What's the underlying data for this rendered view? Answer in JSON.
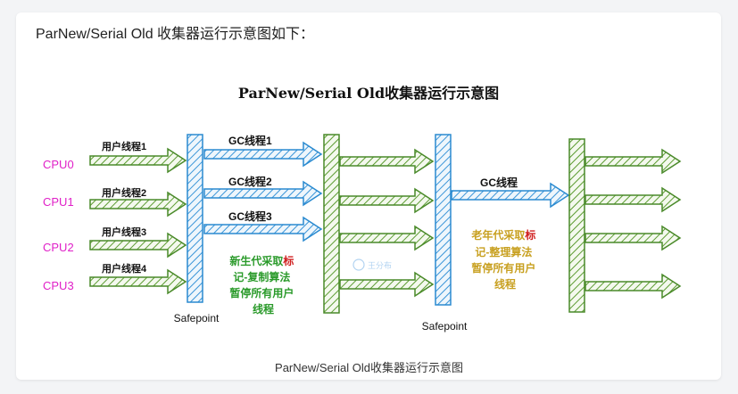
{
  "intro_text": "ParNew/Serial Old 收集器运行示意图如下：",
  "diagram": {
    "title": "ParNew/Serial Old收集器运行示意图",
    "cpus": [
      "CPU0",
      "CPU1",
      "CPU2",
      "CPU3"
    ],
    "user_threads": [
      "用户线程1",
      "用户线程2",
      "用户线程3",
      "用户线程4"
    ],
    "gc_threads": [
      "GC线程1",
      "GC线程2",
      "GC线程3"
    ],
    "old_gc_thread": "GC线程",
    "young_note": [
      "新生代采取",
      "标",
      "记-复制算法",
      "暂停所有用户",
      "线程"
    ],
    "old_note": [
      "老年代采取",
      "标",
      "记-整理算法",
      "暂停所有用户",
      "线程"
    ],
    "safepoint_label": "Safepoint",
    "watermark": "王分布",
    "colors": {
      "cpu": "#e020c8",
      "green": "#4a8a2a",
      "blue": "#2a8ad0",
      "young_note": "#2a9a2a",
      "old_note": "#c8a020",
      "red": "#d02020"
    }
  },
  "caption": "ParNew/Serial Old收集器运行示意图"
}
